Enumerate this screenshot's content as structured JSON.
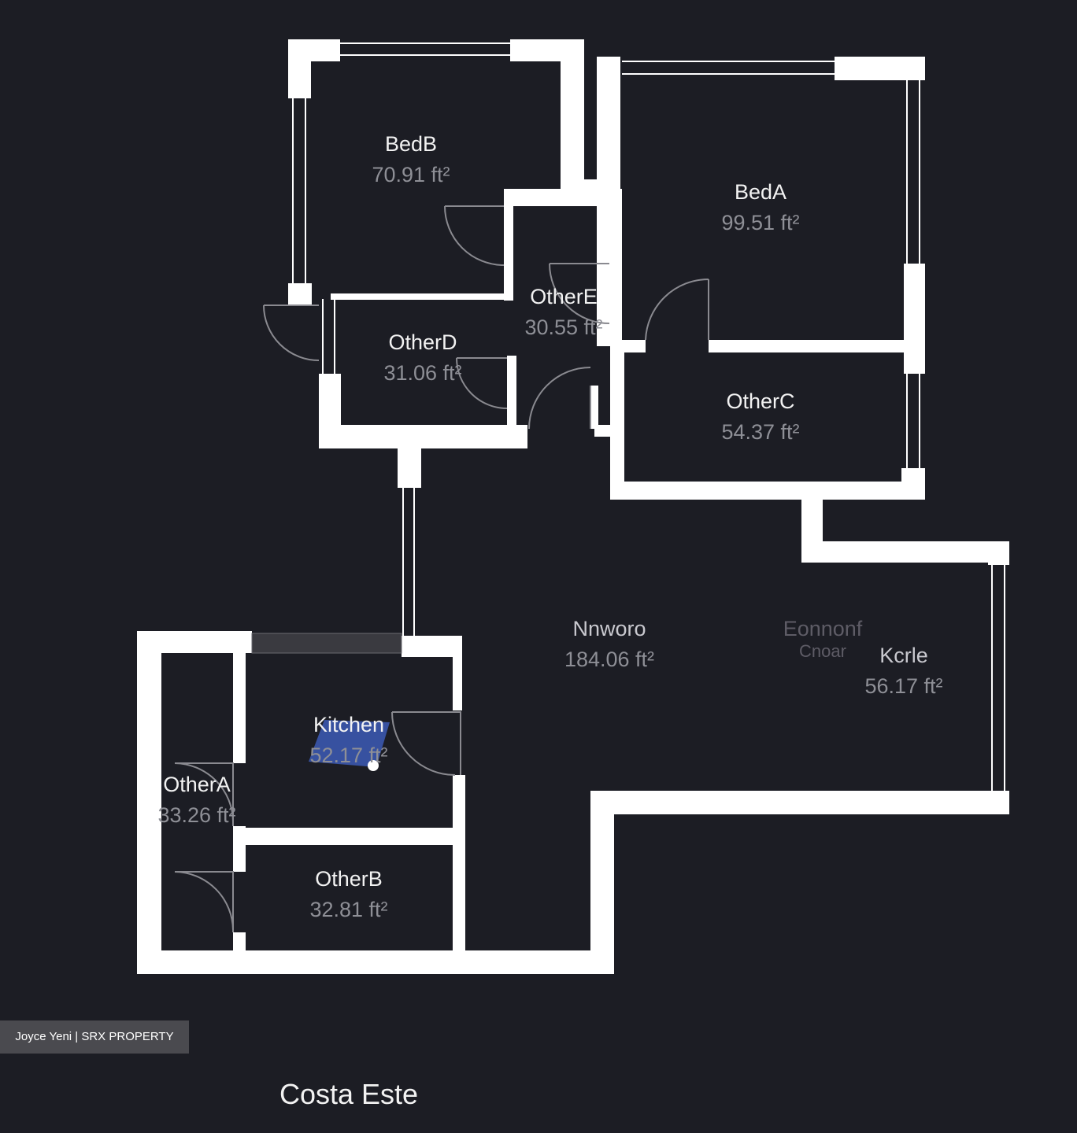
{
  "plan": {
    "rooms": [
      {
        "name": "BedB",
        "area": "70.91 ft²"
      },
      {
        "name": "BedA",
        "area": "99.51 ft²"
      },
      {
        "name": "OtherE",
        "area": "30.55 ft²"
      },
      {
        "name": "OtherD",
        "area": "31.06 ft²"
      },
      {
        "name": "OtherC",
        "area": "54.37 ft²"
      },
      {
        "name": "Nnworo",
        "area": "184.06 ft²"
      },
      {
        "name": "Eonnonf",
        "area": "Cnoar"
      },
      {
        "name": "Kcrle",
        "area": "56.17 ft²"
      },
      {
        "name": "Kitchen",
        "area": "52.17 ft²"
      },
      {
        "name": "OtherA",
        "area": "33.26 ft²"
      },
      {
        "name": "OtherB",
        "area": "32.81 ft²"
      }
    ],
    "wall_color": "#ffffff",
    "background_color": "#1c1d24"
  },
  "credit": "Joyce Yeni | SRX PROPERTY",
  "title": "Costa Este"
}
